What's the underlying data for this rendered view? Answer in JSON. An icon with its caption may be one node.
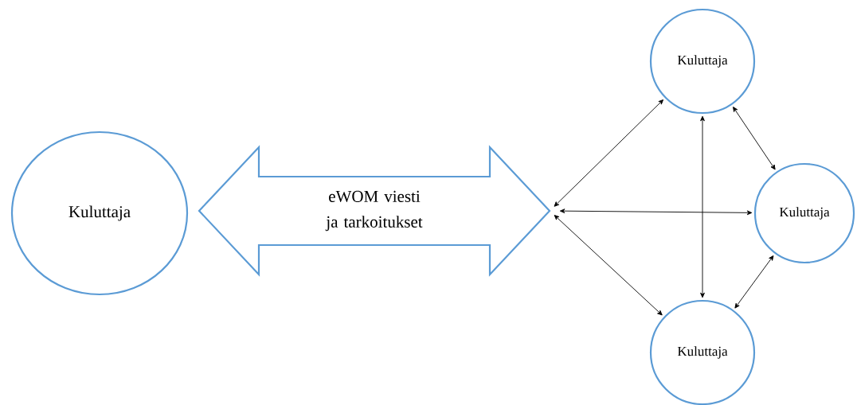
{
  "diagram": {
    "nodes": [
      {
        "text": [
          "Kuluttaja"
        ]
      },
      {
        "text": [
          "eWOM viesti ja tarkoitukset"
        ]
      },
      {
        "text": [
          "Kuluttaja"
        ]
      },
      {
        "text": [
          "Kuluttaja"
        ]
      },
      {
        "text": [
          "Kuluttaja"
        ]
      }
    ],
    "edges": [
      {
        "from": 1,
        "to": 2,
        "arrow": "both"
      },
      {
        "from": 1,
        "to": 3,
        "arrow": "both"
      },
      {
        "from": 1,
        "to": 4,
        "arrow": "both"
      },
      {
        "from": 2,
        "to": 4,
        "arrow": "both"
      },
      {
        "from": 2,
        "to": 3,
        "arrow": "both"
      },
      {
        "from": 3,
        "to": 4,
        "arrow": "both"
      }
    ]
  }
}
